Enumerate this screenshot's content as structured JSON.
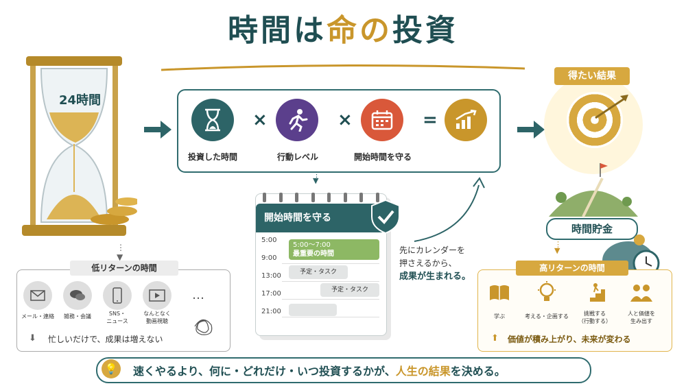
{
  "title": {
    "part1": "時間は",
    "part2": "命の",
    "part3": "投資"
  },
  "hourglass": {
    "label": "24時間"
  },
  "formula": {
    "items": [
      {
        "label": "投資した時間",
        "color": "#2d6467",
        "icon": "hourglass-icon"
      },
      {
        "label": "行動レベル",
        "color": "#5b3f8c",
        "icon": "running-person-icon"
      },
      {
        "label": "開始時間を守る",
        "color": "#d9583a",
        "icon": "calendar-icon"
      },
      {
        "label": "",
        "color": "#c9962b",
        "icon": "growth-chart-icon"
      }
    ],
    "op_times": "×",
    "op_equals": "="
  },
  "result": {
    "badge": "得たい結果",
    "icon": "target-icon"
  },
  "calendar": {
    "header": "開始時間を守る",
    "times": [
      "5:00",
      "9:00",
      "13:00",
      "17:00",
      "21:00"
    ],
    "event1_time": "5:00〜7:00",
    "event1_title": "最重要の時間",
    "task1": "予定・タスク",
    "task2": "予定・タスク"
  },
  "calendar_note": {
    "line1": "先にカレンダーを",
    "line2": "押さえるから、",
    "line3": "成果が生まれる。"
  },
  "low_return": {
    "title": "低リターンの時間",
    "items": [
      {
        "label": "メール・連絡",
        "icon": "mail-icon"
      },
      {
        "label": "雑務・会議",
        "icon": "chat-icon"
      },
      {
        "label": "SNS・\nニュース",
        "icon": "smartphone-icon"
      },
      {
        "label": "なんとなく\n動画視聴",
        "icon": "video-icon"
      },
      {
        "label": "…",
        "icon": "ellipsis-icon"
      }
    ],
    "footer": "忙しいだけで、成果は増えない"
  },
  "savings": {
    "label": "時間貯金"
  },
  "high_return": {
    "title": "高リターンの時間",
    "items": [
      {
        "label": "学ぶ",
        "icon": "book-icon"
      },
      {
        "label": "考える・企画する",
        "icon": "lightbulb-icon"
      },
      {
        "label": "挑戦する\n（行動する）",
        "icon": "stairs-icon"
      },
      {
        "label": "人と価値を\n生み出す",
        "icon": "people-icon"
      }
    ],
    "footer": "価値が積み上がり、未来が変わる"
  },
  "banner": {
    "part1": "速くやるより、何に・どれだけ・いつ投資するかが、",
    "part2": "人生の結果",
    "part3": "を決める。"
  }
}
